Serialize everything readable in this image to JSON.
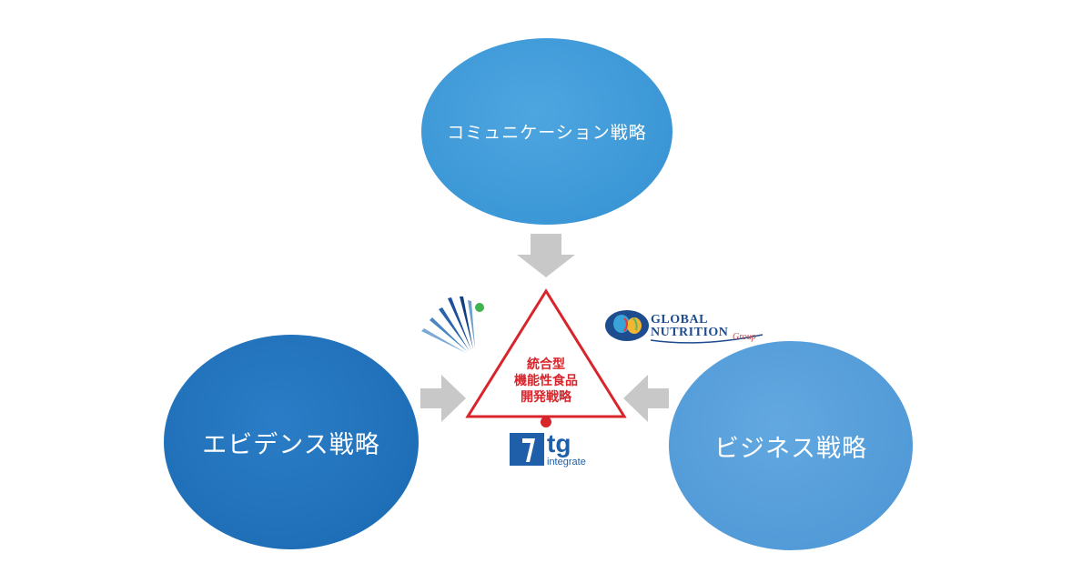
{
  "circles": {
    "top": "コミュニケーション戦略",
    "left": "エビデンス戦略",
    "right": "ビジネス戦略"
  },
  "center": {
    "lines": [
      "統合型",
      "機能性食品",
      "開発戦略"
    ]
  },
  "logos": {
    "global_nutrition": {
      "line1": "GLOBAL",
      "line2": "NUTRITION",
      "group": "Group"
    },
    "itg": {
      "mark": "tg",
      "name": "integrate"
    }
  },
  "colors": {
    "top_circle": "#3c97d6",
    "left_circle": "#1f6fb8",
    "right_circle": "#529bd8",
    "arrow": "#c8c8c8",
    "triangle": "#d8242b"
  }
}
